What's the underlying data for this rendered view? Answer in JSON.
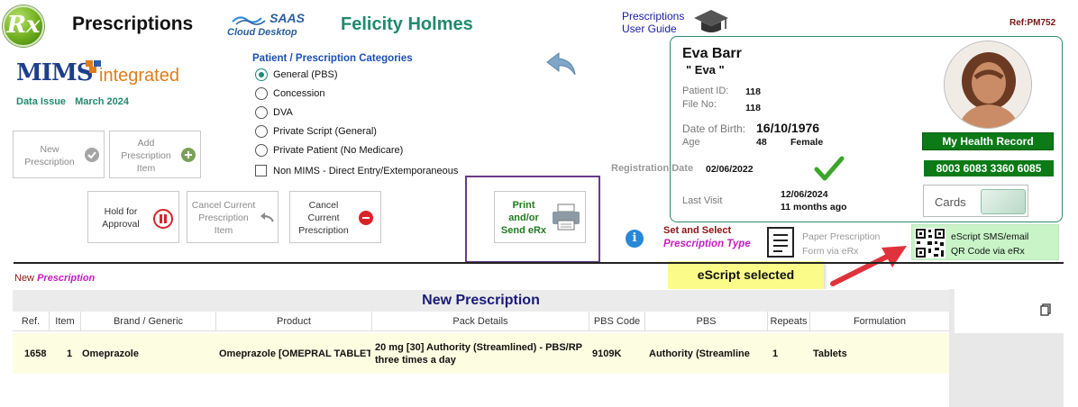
{
  "header": {
    "rx_logo_text": "Rx",
    "app_title": "Prescriptions",
    "saas_top": "SAAS",
    "saas_bottom": "Cloud  Desktop",
    "patient_name": "Felicity Holmes",
    "user_guide_line1": "Prescriptions",
    "user_guide_line2": "User Guide",
    "ref": "Ref:PM752"
  },
  "mims": {
    "brand": "MIMS",
    "integrated": "integrated",
    "data_issue_label": "Data Issue",
    "data_issue_value": "March 2024"
  },
  "categories": {
    "title": "Patient / Prescription Categories",
    "options": [
      {
        "label": "General (PBS)",
        "selected": true
      },
      {
        "label": "Concession",
        "selected": false
      },
      {
        "label": "DVA",
        "selected": false
      },
      {
        "label": "Private Script (General)",
        "selected": false
      },
      {
        "label": "Private Patient (No Medicare)",
        "selected": false
      }
    ],
    "non_mims_label": "Non MIMS - Direct Entry/Extemporaneous",
    "non_mims_checked": false
  },
  "buttons": {
    "new_prescription": [
      "New",
      "Prescription"
    ],
    "add_prescription_item": [
      "Add",
      "Prescription",
      "Item"
    ],
    "hold_for_approval": [
      "Hold for",
      "Approval"
    ],
    "cancel_current_item": [
      "Cancel Current",
      "Prescription",
      "Item"
    ],
    "cancel_current_prescription": [
      "Cancel",
      "Current",
      "Prescription"
    ],
    "print_send": [
      "Print",
      "and/or",
      "Send eRx"
    ]
  },
  "patient": {
    "name": "Eva Barr",
    "alias": "\" Eva \"",
    "patient_id_label": "Patient ID:",
    "patient_id": "118",
    "file_no_label": "File No:",
    "file_no": "118",
    "dob_label": "Date of Birth:",
    "dob": "16/10/1976",
    "age_label": "Age",
    "age": "48",
    "gender": "Female",
    "my_health_record": "My Health Record",
    "ihi": "8003 6083 3360 6085",
    "cards_label": "Cards",
    "registration_label": "Registration Date",
    "registration_date": "02/06/2022",
    "last_visit_label": "Last Visit",
    "last_visit_date": "12/06/2024",
    "last_visit_ago": "11 months ago"
  },
  "escript": {
    "set_select": "Set and Select",
    "prescription_type": "Prescription Type",
    "paper_line1": "Paper Prescription",
    "paper_line2": "Form via eRx",
    "escript_line1": "eScript SMS/email",
    "escript_line2": "QR Code via eRx",
    "note": "eScript selected"
  },
  "section": {
    "new_label": "New",
    "prescription_label": "Prescription"
  },
  "table": {
    "title": "New Prescription",
    "headers": [
      "Ref.",
      "Item",
      "Brand / Generic",
      "Product",
      "Pack Details",
      "PBS Code",
      "PBS",
      "Repeats",
      "Formulation"
    ],
    "rows": [
      {
        "ref": "1658",
        "item": "1",
        "brand": "Omeprazole",
        "product": "Omeprazole [OMEPRAL TABLET",
        "pack_line1": "20 mg [30] Authority (Streamlined) - PBS/RP",
        "pack_line2": "three times a day",
        "pbs_code": "9109K",
        "pbs": "Authority (Streamline",
        "repeats": "1",
        "formulation": "Tablets"
      }
    ]
  },
  "colors": {
    "green_brand": "#1f8a6e",
    "mhr_green": "#0b7a17",
    "print_frame": "#6b3a8c",
    "escript_bg": "#c8f4c8",
    "note_yellow": "#fbfb8a"
  }
}
